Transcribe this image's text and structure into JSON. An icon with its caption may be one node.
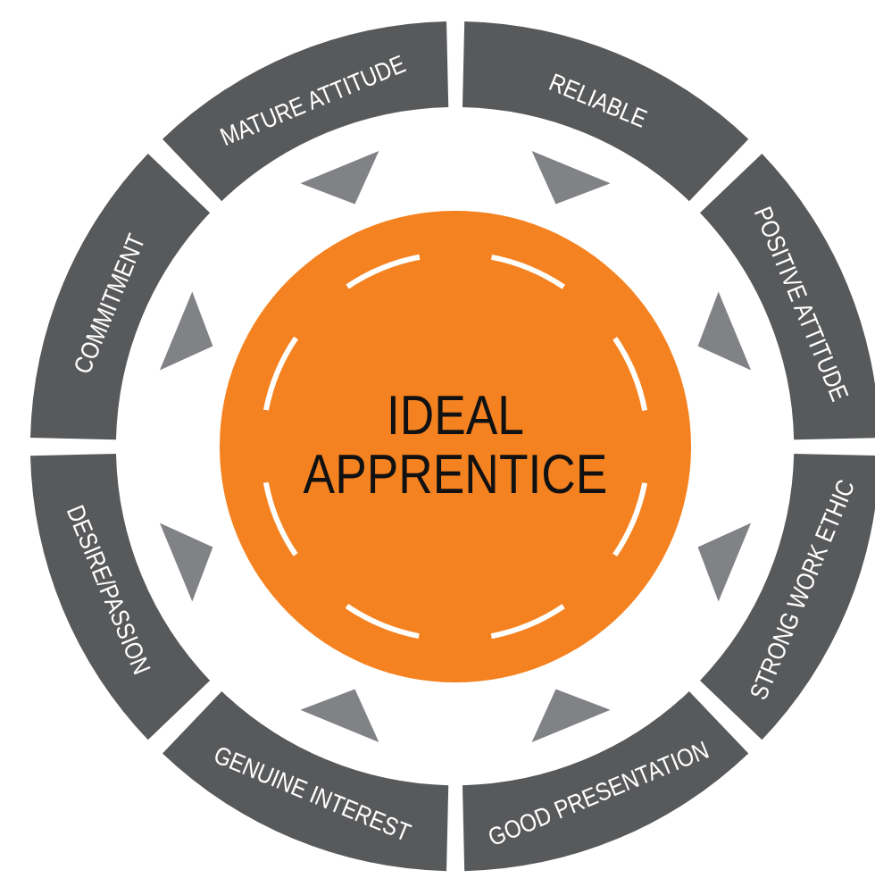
{
  "diagram": {
    "nodes": [
      {
        "text": [
          "IDEAL APPRENTICE"
        ]
      },
      {
        "text": [
          "MATURE ATTITUDE"
        ]
      },
      {
        "text": [
          "RELIABLE"
        ]
      },
      {
        "text": [
          "POSITIVE ATTITUDE"
        ]
      },
      {
        "text": [
          "STRONG WORK ETHIC"
        ]
      },
      {
        "text": [
          "GOOD PRESENTATION"
        ]
      },
      {
        "text": [
          "GENUINE INTEREST"
        ]
      },
      {
        "text": [
          "DESIRE/PASSION"
        ]
      },
      {
        "text": [
          "COMMITMENT"
        ]
      }
    ]
  }
}
